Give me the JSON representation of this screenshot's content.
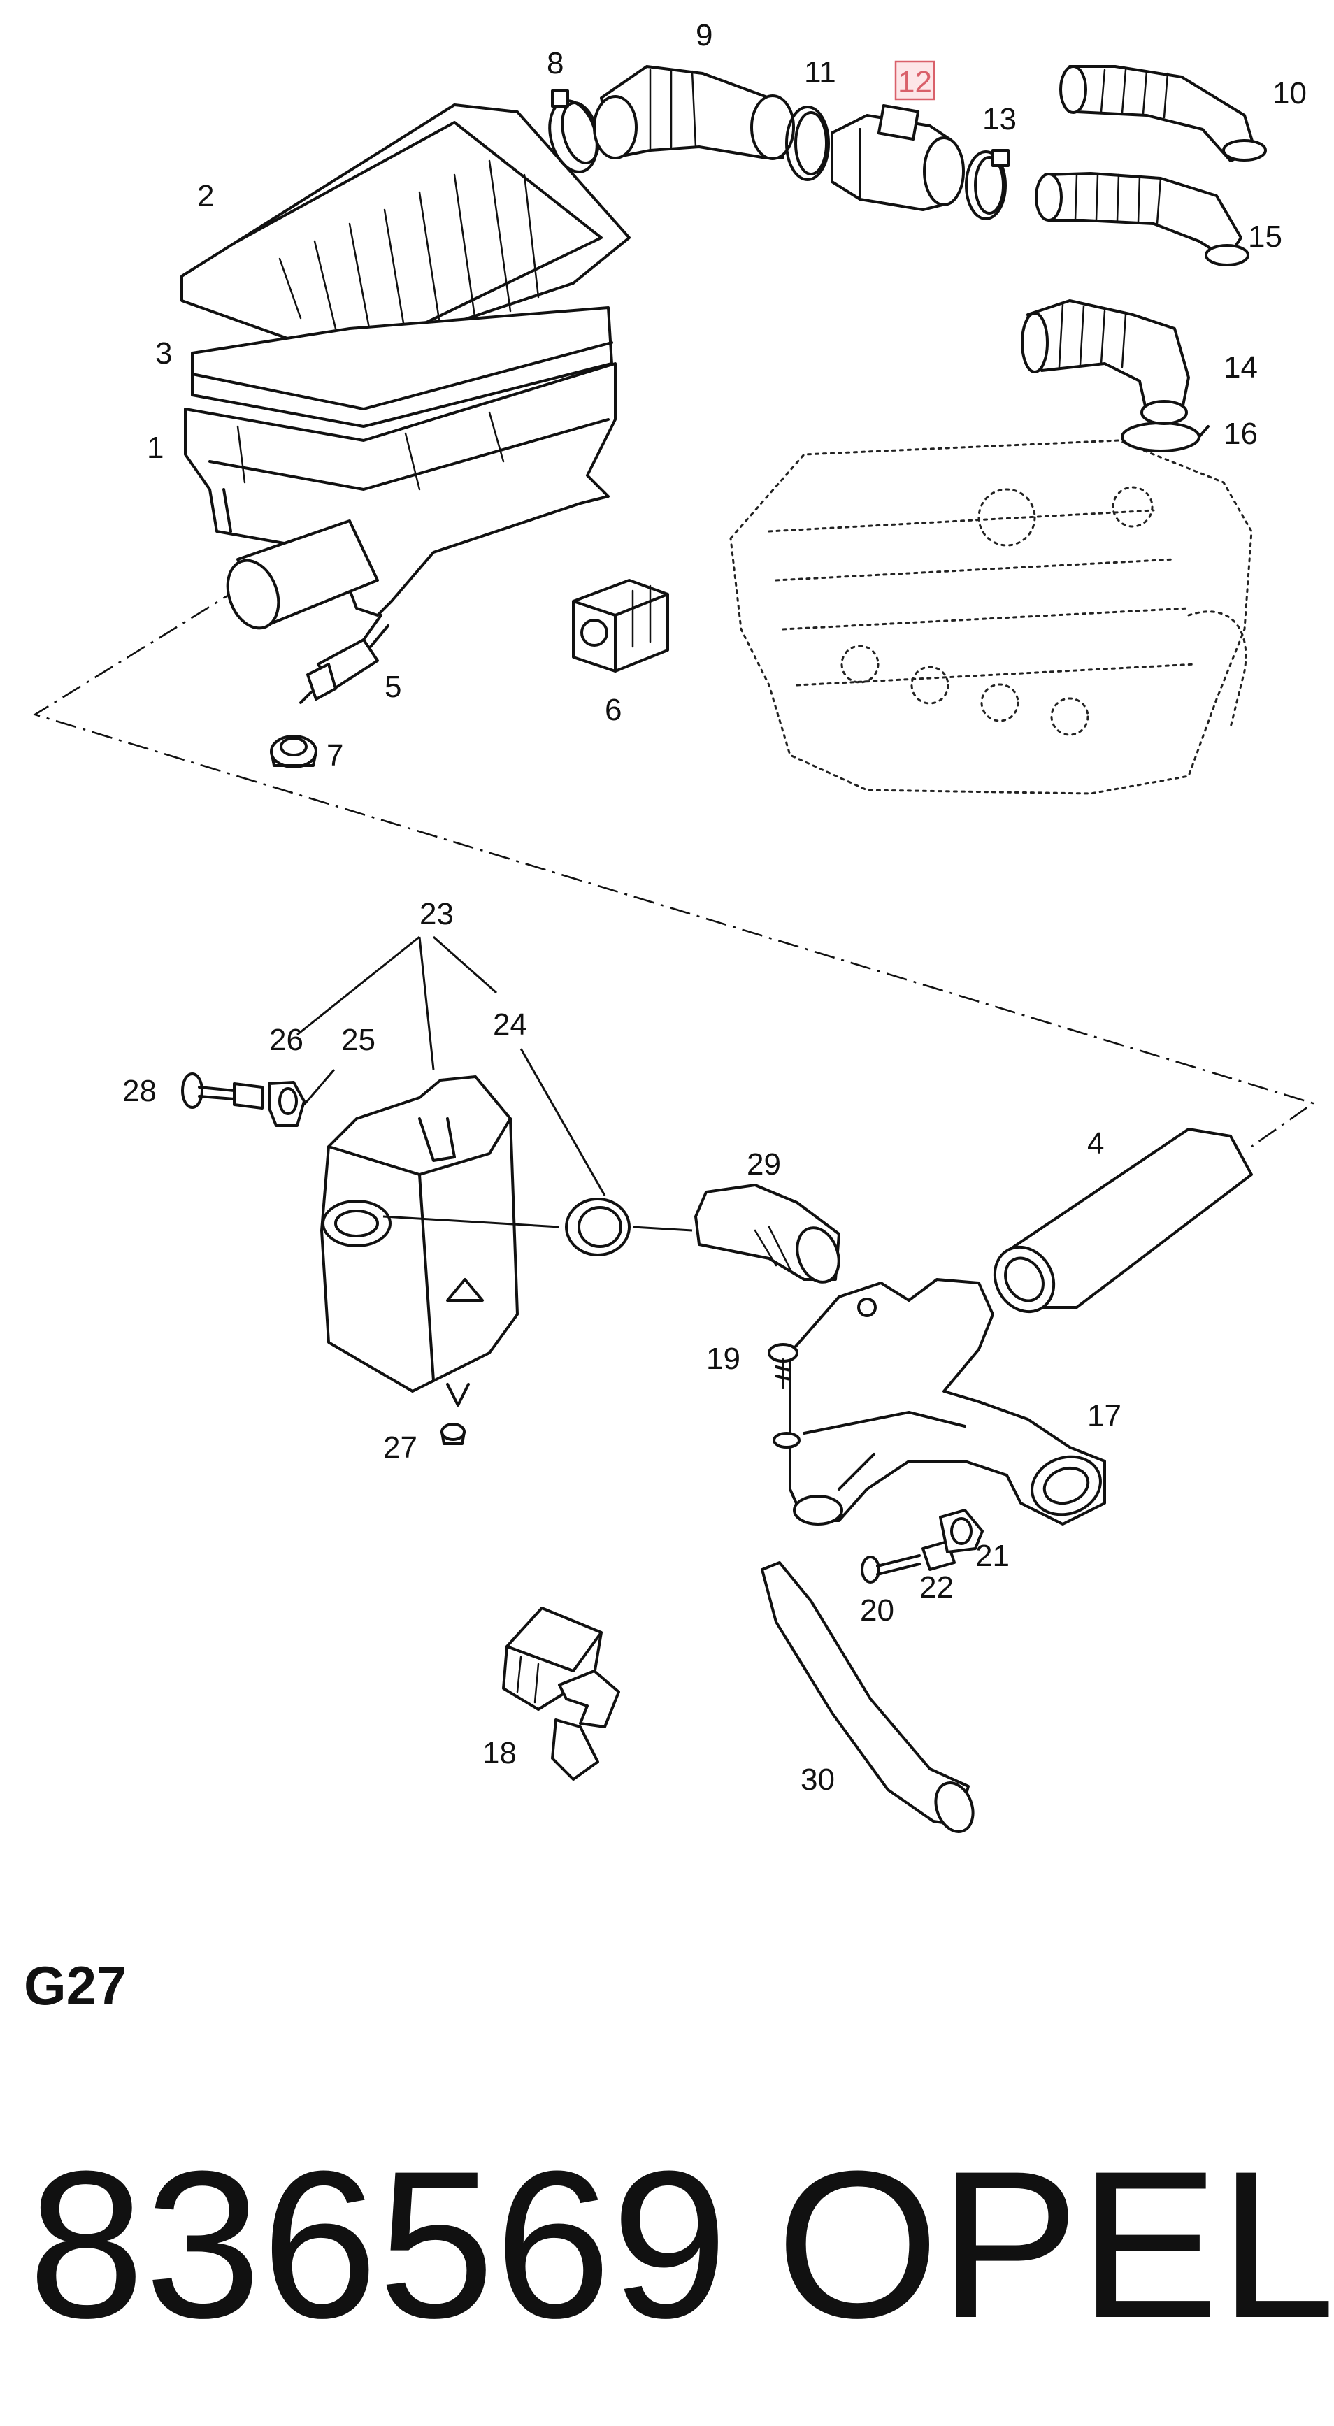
{
  "diagram": {
    "code": "G27",
    "highlighted_part": "12",
    "highlight_color": "#d9606a",
    "labels": [
      "1",
      "2",
      "3",
      "4",
      "5",
      "6",
      "7",
      "8",
      "9",
      "10",
      "11",
      "12",
      "13",
      "14",
      "15",
      "16",
      "17",
      "18",
      "19",
      "20",
      "21",
      "22",
      "23",
      "24",
      "25",
      "26",
      "27",
      "28",
      "29",
      "30"
    ]
  },
  "footer": {
    "part_number": "836569",
    "brand": "OPEL"
  }
}
